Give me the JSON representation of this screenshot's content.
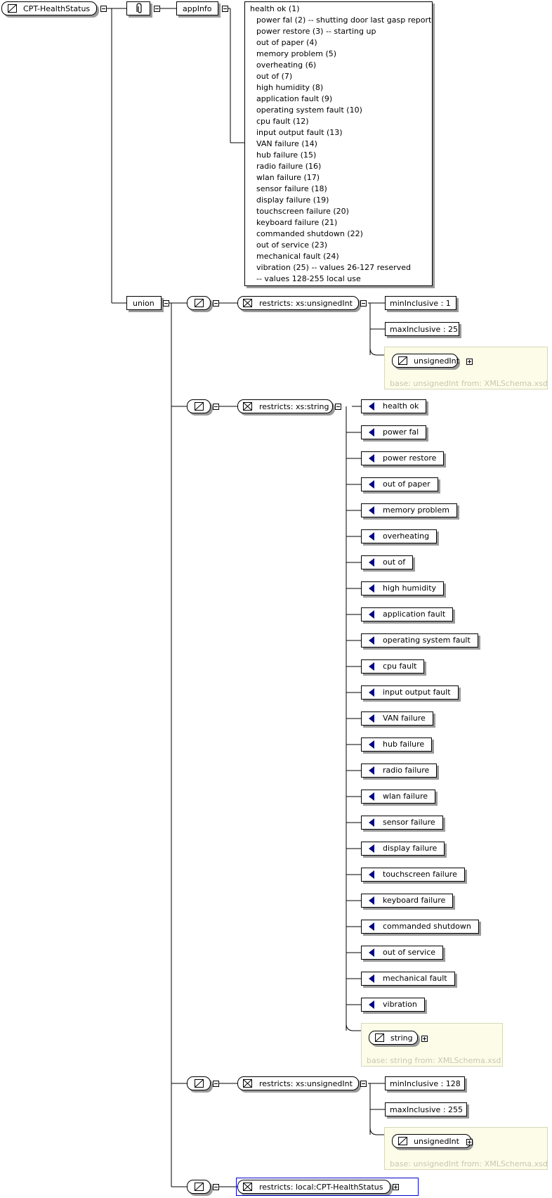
{
  "root": {
    "name": "CPT-HealthStatus"
  },
  "annotation": {
    "label": "appInfo"
  },
  "appinfo_lines": [
    "health ok (1)",
    "power fal (2) -- shutting door last gasp report",
    "power restore (3) -- starting up",
    "out of paper (4)",
    "memory problem (5)",
    "overheating (6)",
    "out of (7)",
    "high humidity (8)",
    "application fault (9)",
    "operating system fault (10)",
    "cpu fault (12)",
    "input output fault (13)",
    "VAN failure (14)",
    "hub failure (15)",
    "radio failure (16)",
    "wlan failure (17)",
    "sensor failure (18)",
    "display failure (19)",
    "touchscreen failure (20)",
    "keyboard failure (21)",
    "commanded shutdown (22)",
    "out of service (23)",
    "mechanical fault (24)",
    "vibration (25) -- values 26-127 reserved",
    " -- values 128-255 local use"
  ],
  "union": {
    "label": "union"
  },
  "member1": {
    "restriction": "restricts: xs:unsignedInt",
    "min": "minInclusive : 1",
    "max": "maxInclusive : 25",
    "base_type": "unsignedInt",
    "base_note": "base: unsignedInt from: XMLSchema.xsd"
  },
  "member2": {
    "restriction": "restricts: xs:string",
    "enumerations": [
      "health ok",
      "power fal",
      "power restore",
      "out of paper",
      "memory problem",
      "overheating",
      "out of",
      "high humidity",
      "application fault",
      "operating system fault",
      "cpu fault",
      "input output fault",
      "VAN failure",
      "hub failure",
      "radio failure",
      "wlan failure",
      "sensor failure",
      "display failure",
      "touchscreen failure",
      "keyboard failure",
      "commanded shutdown",
      "out of service",
      "mechanical fault",
      "vibration"
    ],
    "base_type": "string",
    "base_note": "base: string from: XMLSchema.xsd"
  },
  "member3": {
    "restriction": "restricts: xs:unsignedInt",
    "min": "minInclusive : 128",
    "max": "maxInclusive : 255",
    "base_type": "unsignedInt",
    "base_note": "base: unsignedInt from: XMLSchema.xsd"
  },
  "member4": {
    "restriction": "restricts: local:CPT-HealthStatus"
  },
  "colors": {
    "note_bg": "#fcfce8",
    "enum_arrow": "#00008b",
    "highlight_border": "#0000cc"
  }
}
